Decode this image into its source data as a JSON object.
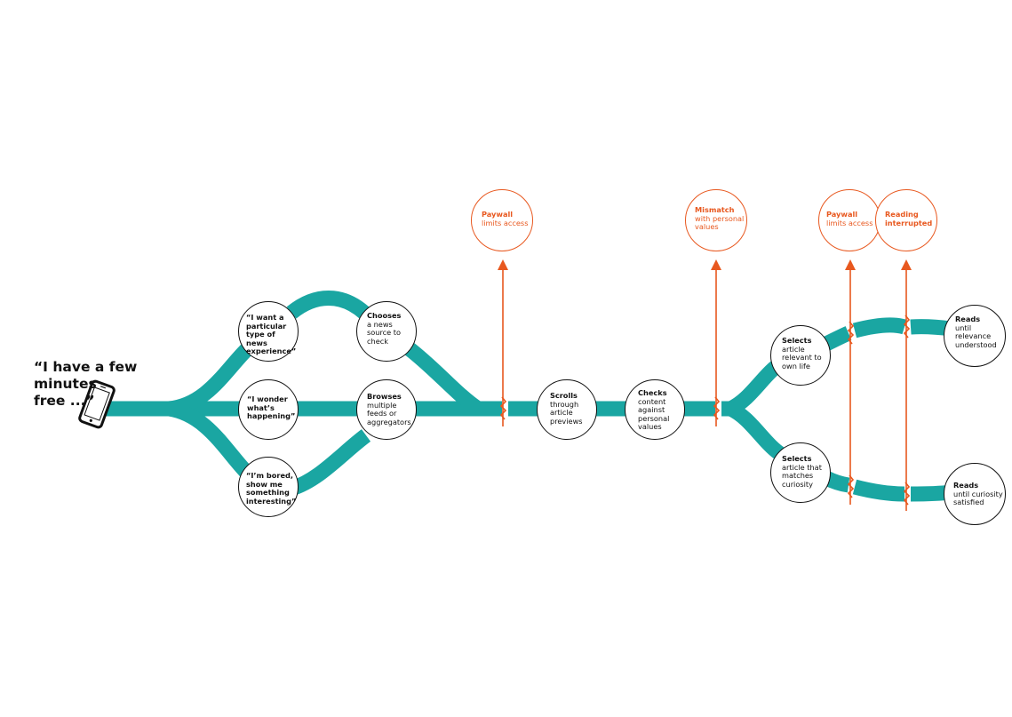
{
  "colors": {
    "path": "#1aa6a2",
    "pain": "#e8581f",
    "outline": "#111111"
  },
  "intro": {
    "lines": [
      "“I have a few",
      "minutes",
      "free ...”"
    ],
    "icon": "smartphone-icon"
  },
  "nodes": {
    "want_type": {
      "bold": "“I want a particular type of news experience”",
      "rest": ""
    },
    "wonder": {
      "bold": "“I wonder what’s happening”",
      "rest": ""
    },
    "bored": {
      "bold": "“I’m bored, show me something interesting”",
      "rest": ""
    },
    "chooses": {
      "bold": "Chooses",
      "rest": "a news source to check"
    },
    "browses": {
      "bold": "Browses",
      "rest": "multiple feeds or aggregators"
    },
    "scrolls": {
      "bold": "Scrolls",
      "rest": "through article previews"
    },
    "checks": {
      "bold": "Checks",
      "rest": "content against personal values"
    },
    "selects_relevant": {
      "bold": "Selects",
      "rest": "article relevant to own life"
    },
    "selects_curiosity": {
      "bold": "Selects",
      "rest": "article that matches curiosity"
    },
    "reads_relevance": {
      "bold": "Reads",
      "rest": "until relevance understood"
    },
    "reads_curiosity": {
      "bold": "Reads",
      "rest": "until curiosity satisfied"
    }
  },
  "pain_points": {
    "paywall_1": {
      "bold": "Paywall",
      "rest": "limits access"
    },
    "mismatch": {
      "bold": "Mismatch",
      "rest": "with personal values"
    },
    "paywall_2": {
      "bold": "Paywall",
      "rest": "limits access"
    },
    "reading_interrupted": {
      "bold": "Reading interrupted",
      "rest": ""
    }
  }
}
